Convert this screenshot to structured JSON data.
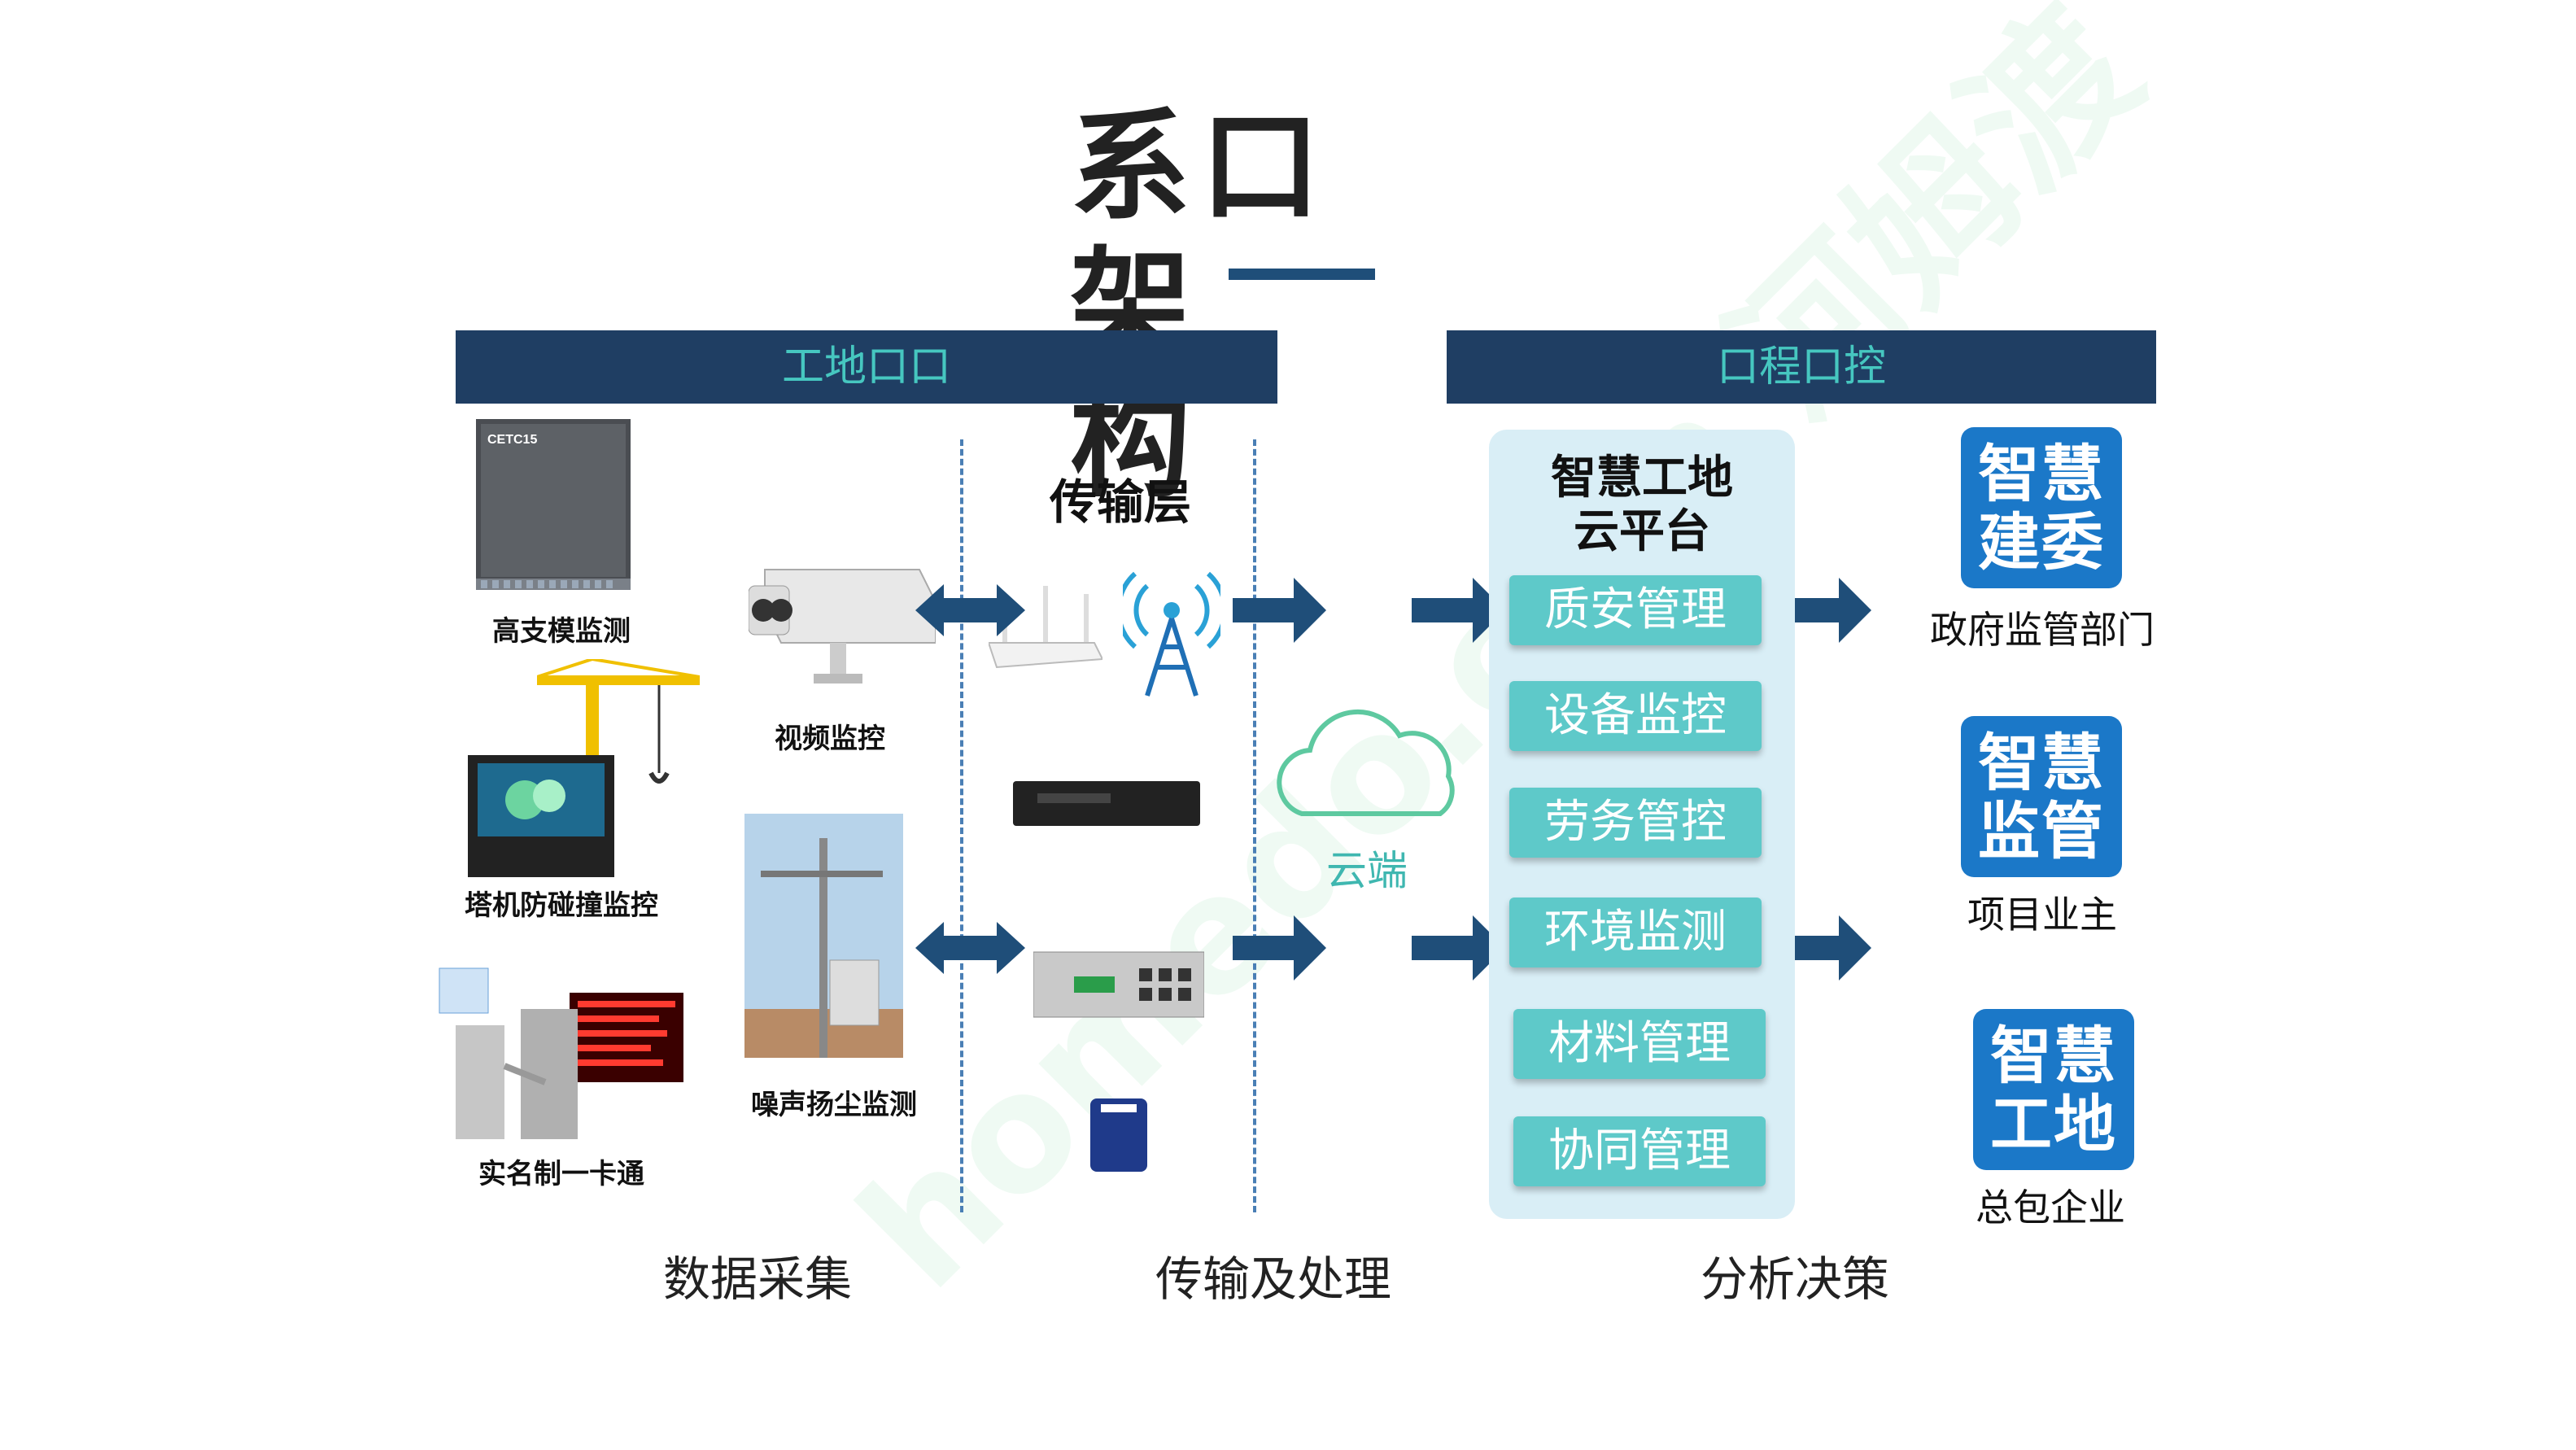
{
  "title": {
    "line1": "系口架",
    "line2": "构"
  },
  "banners": {
    "left": "工地口口",
    "right": "口程口控"
  },
  "devices": {
    "high_formwork": "高支模监测",
    "video": "视频监控",
    "tower_crane": "塔机防碰撞监控",
    "noise_dust": "噪声扬尘监测",
    "realname": "实名制一卡通",
    "panel_brand": "CETC15"
  },
  "transport": {
    "layer_title": "传输层",
    "cloud_label": "云端"
  },
  "platform": {
    "title_line1": "智慧工地",
    "title_line2": "云平台",
    "modules": [
      "质安管理",
      "设备监控",
      "劳务管控",
      "环境监测",
      "材料管理",
      "协同管理"
    ]
  },
  "organizations": [
    {
      "logo_line1": "智慧",
      "logo_line2": "建委",
      "name": "政府监管部门"
    },
    {
      "logo_line1": "智慧",
      "logo_line2": "监管",
      "name": "项目业主"
    },
    {
      "logo_line1": "智慧",
      "logo_line2": "工地",
      "name": "总包企业"
    }
  ],
  "sections": {
    "collect": "数据采集",
    "transmit": "传输及处理",
    "analyze": "分析决策"
  },
  "colors": {
    "banner_bg": "#1f3e63",
    "banner_text": "#46c7c0",
    "arrow": "#1f4e79",
    "module": "#5ec9c9",
    "logo": "#1b78c8",
    "platform_bg": "#d9eef6"
  },
  "watermark": "homedo.com 河姆渡"
}
